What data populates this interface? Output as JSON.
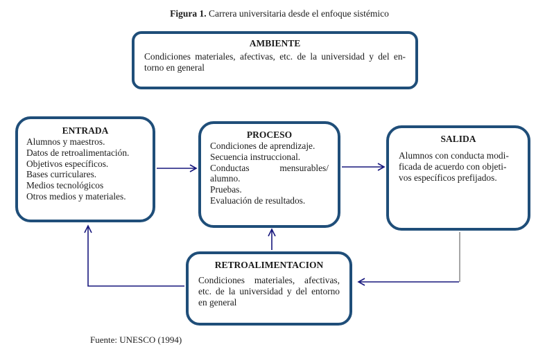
{
  "figure": {
    "title_bold": "Figura 1.",
    "title_rest": " Carrera universitaria desde el enfoque sistémico",
    "source": "Fuente: UNESCO (1994)"
  },
  "boxes": {
    "ambiente": {
      "heading": "AMBIENTE",
      "lines": [
        "Condiciones materiales, afectivas, etc. de la universidad y del en-",
        "torno en general"
      ]
    },
    "entrada": {
      "heading": "ENTRADA",
      "lines": [
        "Alumnos y maestros.",
        "Datos de retroalimentación.",
        "Objetivos específicos.",
        "Bases curriculares.",
        "Medios tecnológicos",
        "Otros medios y materiales."
      ]
    },
    "proceso": {
      "heading": "PROCESO",
      "lines": [
        "Condiciones de aprendizaje.",
        "Secuencia instruccional.",
        "Conductas mensurables/",
        "alumno.",
        "Pruebas.",
        "Evaluación de resultados."
      ]
    },
    "salida": {
      "heading": "SALIDA",
      "lines": [
        "Alumnos con conducta modi-",
        "ficada de acuerdo con objeti-",
        "vos específicos prefijados."
      ]
    },
    "retroalimentacion": {
      "heading": "RETROALIMENTACION",
      "lines": [
        "Condiciones materiales, afectivas,",
        "etc. de la universidad y del entorno",
        "en general"
      ]
    }
  },
  "colors": {
    "box_border": "#1f4e79",
    "arrow": "#16167c",
    "drop_line": "#6a6a6a",
    "text": "#1b1b1b",
    "background": "#ffffff"
  }
}
